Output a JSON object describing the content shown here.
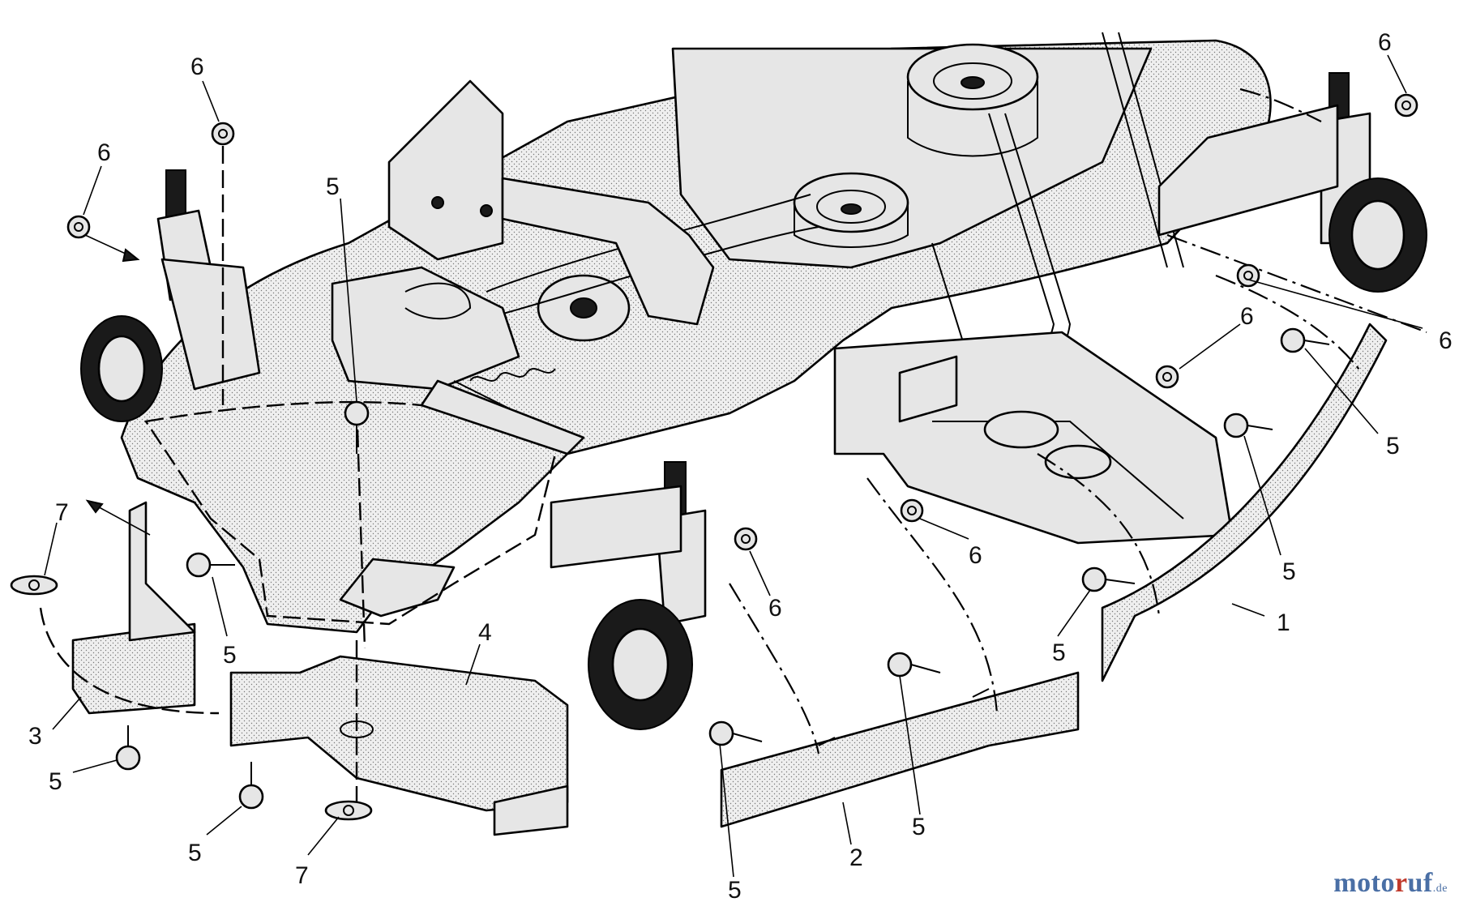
{
  "diagram": {
    "callouts": [
      {
        "id": "c6-tl",
        "label": "6"
      },
      {
        "id": "c6-l",
        "label": "6"
      },
      {
        "id": "c5-tc",
        "label": "5"
      },
      {
        "id": "c6-tr",
        "label": "6"
      },
      {
        "id": "c6-r",
        "label": "6"
      },
      {
        "id": "c6-rm",
        "label": "6"
      },
      {
        "id": "c5-r1",
        "label": "5"
      },
      {
        "id": "c5-r2",
        "label": "5"
      },
      {
        "id": "c6-cm",
        "label": "6"
      },
      {
        "id": "c6-c",
        "label": "6"
      },
      {
        "id": "c1",
        "label": "1"
      },
      {
        "id": "c5-rb",
        "label": "5"
      },
      {
        "id": "c7-l",
        "label": "7"
      },
      {
        "id": "c5-l",
        "label": "5"
      },
      {
        "id": "c4",
        "label": "4"
      },
      {
        "id": "c3",
        "label": "3"
      },
      {
        "id": "c5-bl",
        "label": "5"
      },
      {
        "id": "c5-b",
        "label": "5"
      },
      {
        "id": "c7-b",
        "label": "7"
      },
      {
        "id": "c5-bc",
        "label": "5"
      },
      {
        "id": "c2",
        "label": "2"
      },
      {
        "id": "c5-bc2",
        "label": "5"
      }
    ]
  },
  "watermark": {
    "part_a": "moto",
    "part_b": "r",
    "part_c": "uf",
    "tld": ".de"
  }
}
